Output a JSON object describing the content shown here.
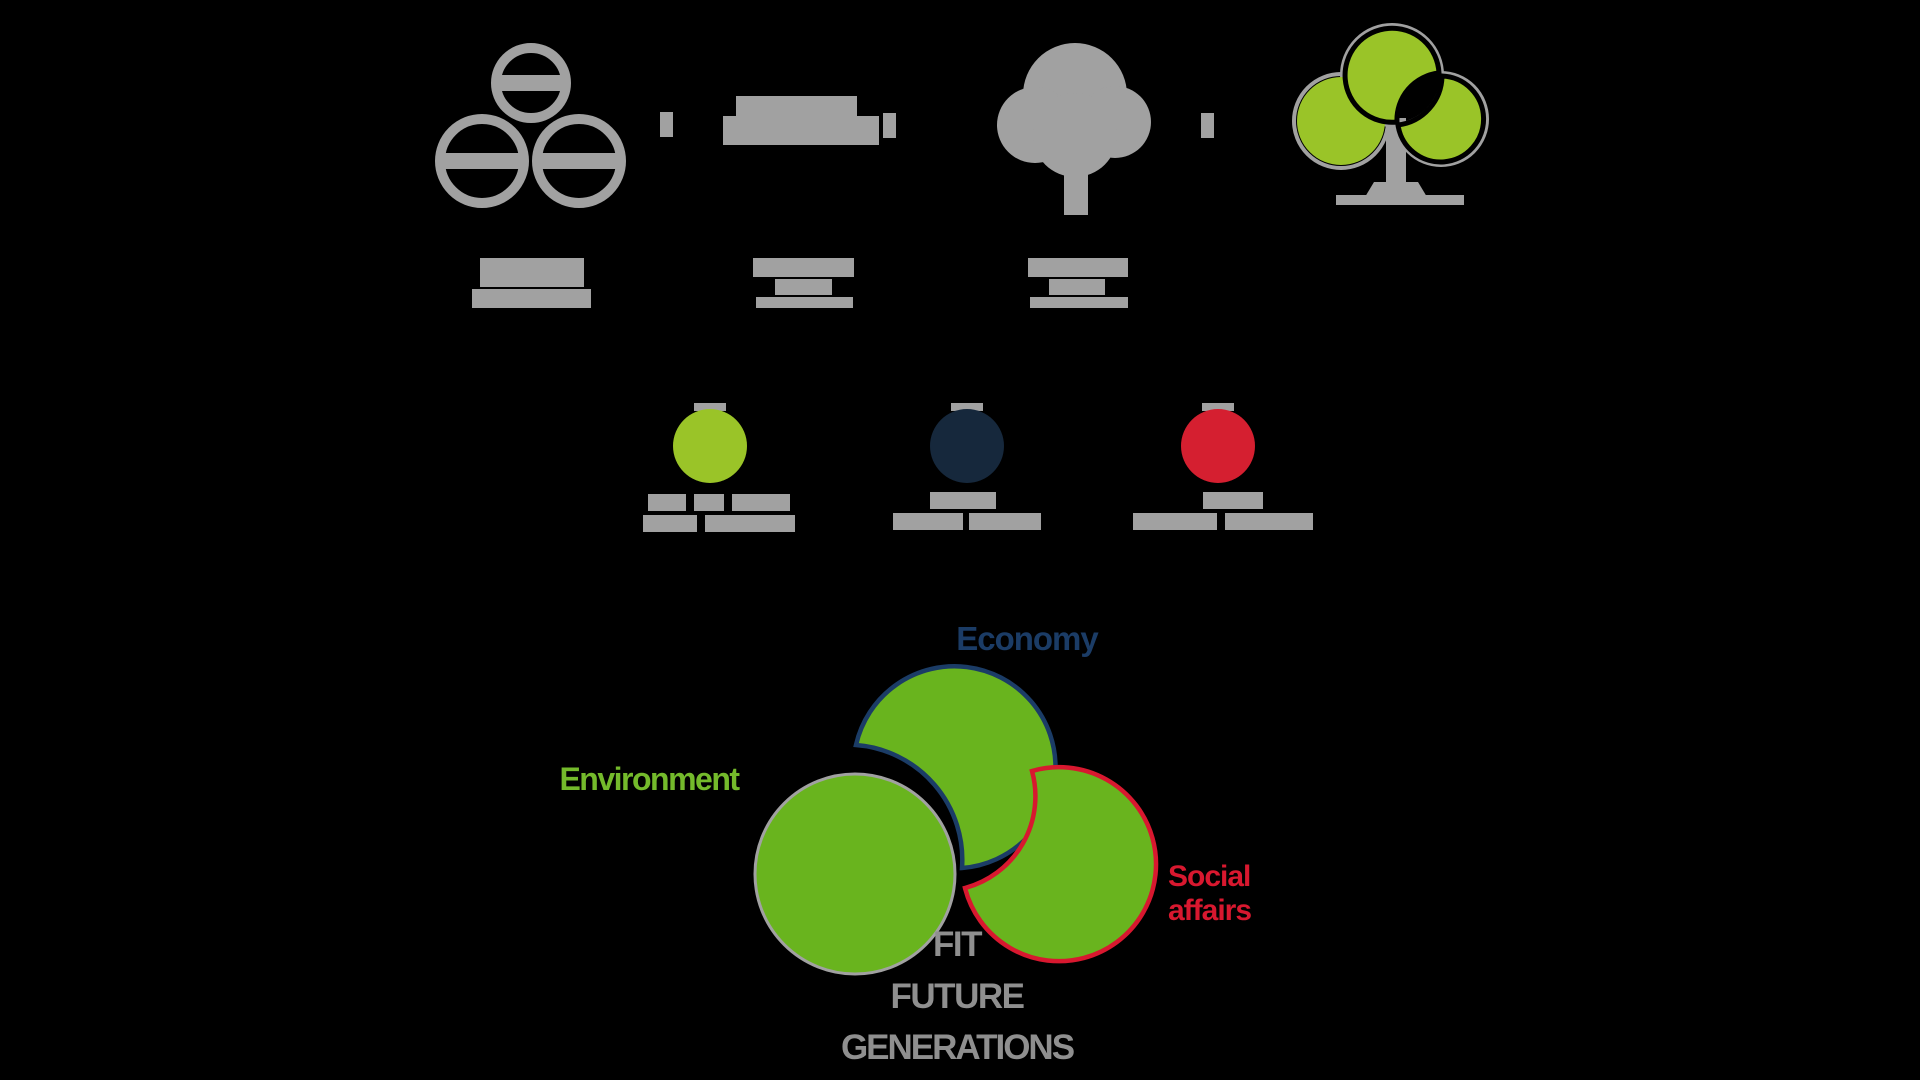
{
  "palette": {
    "background": "#000000",
    "gray": "#a1a1a1",
    "gray_text": "#8f8f8f",
    "green_light": "#9ac428",
    "green": "#69b41e",
    "green_text": "#74ba2b",
    "navy": "#1b3c66",
    "navy_dot": "#16283c",
    "red": "#d8182f",
    "red_dot": "#d51f30"
  },
  "notes": "Gray caption text under the equation icons and under the legend dots is pixelated beyond legibility; it is reproduced as gray blocks.",
  "legend": {
    "items": [
      {
        "dot_color": "#9ac428"
      },
      {
        "dot_color": "#16283c"
      },
      {
        "dot_color": "#d51f30"
      }
    ]
  },
  "venn": {
    "economy_label": "Economy",
    "environment_label": "Environment",
    "social_label_line1": "Social",
    "social_label_line2": "affairs",
    "bottom_line1": "FIT",
    "bottom_line2": "FUTURE",
    "bottom_line3": "GENERATIONS"
  }
}
